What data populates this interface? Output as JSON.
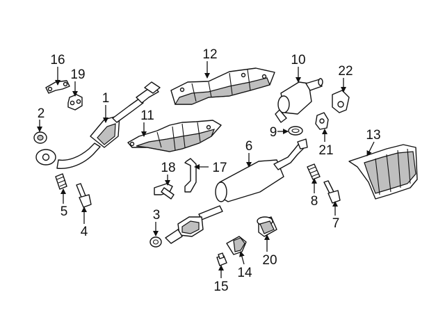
{
  "callouts": [
    {
      "id": "p1",
      "number": "1"
    },
    {
      "id": "p2",
      "number": "2"
    },
    {
      "id": "p3",
      "number": "3"
    },
    {
      "id": "p4",
      "number": "4"
    },
    {
      "id": "p5",
      "number": "5"
    },
    {
      "id": "p6",
      "number": "6"
    },
    {
      "id": "p7",
      "number": "7"
    },
    {
      "id": "p8",
      "number": "8"
    },
    {
      "id": "p9",
      "number": "9"
    },
    {
      "id": "p10",
      "number": "10"
    },
    {
      "id": "p11",
      "number": "11"
    },
    {
      "id": "p12",
      "number": "12"
    },
    {
      "id": "p13",
      "number": "13"
    },
    {
      "id": "p14",
      "number": "14"
    },
    {
      "id": "p15",
      "number": "15"
    },
    {
      "id": "p16",
      "number": "16"
    },
    {
      "id": "p17",
      "number": "17"
    },
    {
      "id": "p18",
      "number": "18"
    },
    {
      "id": "p19",
      "number": "19"
    },
    {
      "id": "p20",
      "number": "20"
    },
    {
      "id": "p21",
      "number": "21"
    },
    {
      "id": "p22",
      "number": "22"
    }
  ]
}
